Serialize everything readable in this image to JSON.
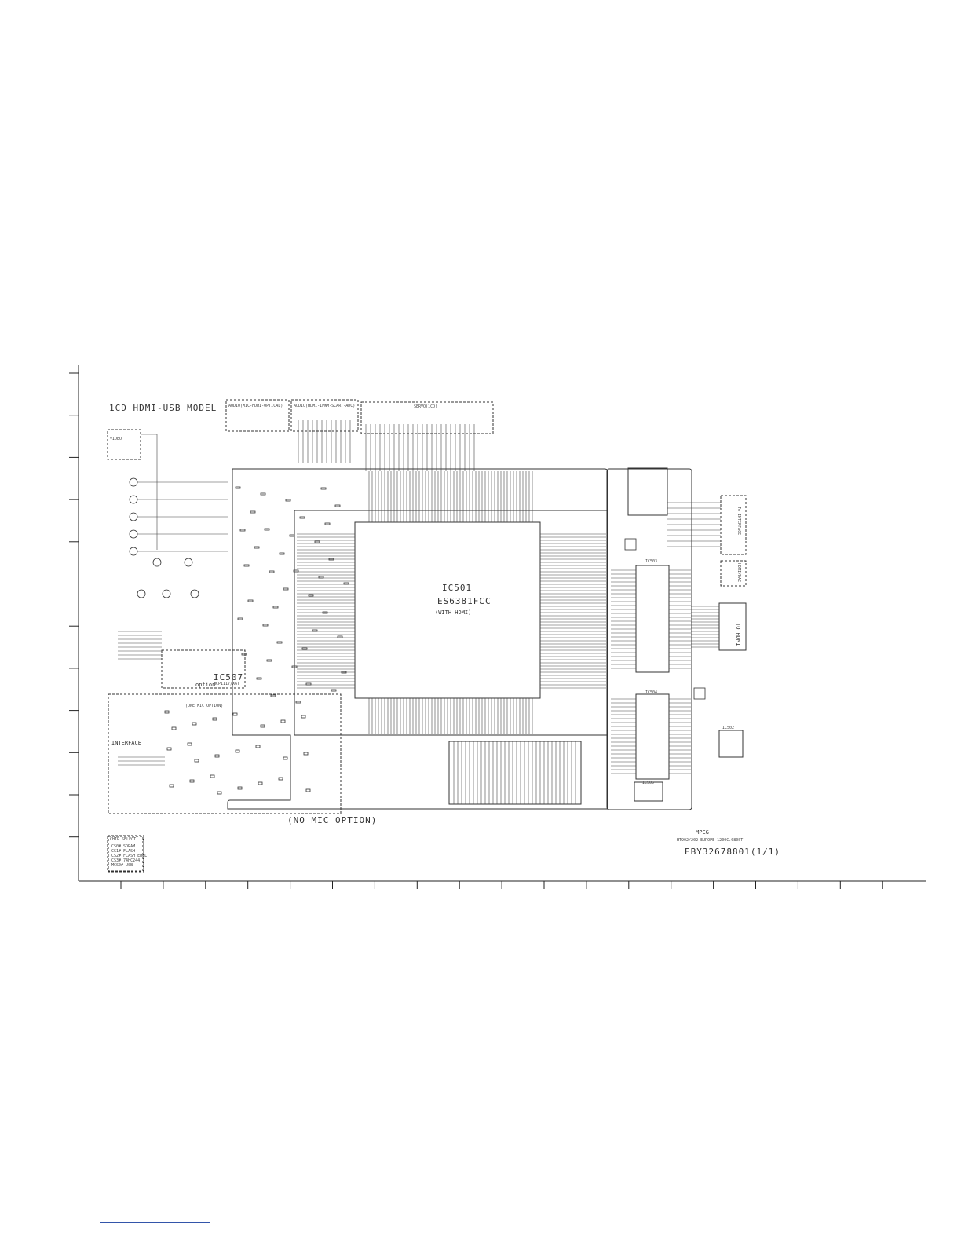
{
  "labels": {
    "model": "1CD HDMI-USB MODEL",
    "audio_mic": "AUDIO(MIC-HDMI-OPTICAL)",
    "audio_hdmi": "AUDIO(HDMI-IPWM-SCART-ADC)",
    "servo": "SERVO(1CD)",
    "video": "VIDEO",
    "ic501": "IC501",
    "ic501_part": "ES6381FCC",
    "ic501_note": "(WITH HDMI)",
    "ic507": "IC507",
    "ic507_part": "MCP1117/X6T",
    "ic507_note": "option",
    "interface": "INTERFACE",
    "mic_option": "(NO MIC OPTION)",
    "mic_table": "(ONE MIC OPTION)",
    "to_interface": "To INTERFACE",
    "hdmi_box": "HDMI/DAC",
    "to_hdmi": "TO HDMI",
    "ic503": "IC503",
    "ic504": "IC504",
    "ic505": "IC505",
    "ic502": "IC502",
    "chip_select": "CHIP SELECT",
    "chip_lines": [
      "CS0# SDRAM",
      "CS1# FLASH",
      "CS2# FLASH EMUL",
      "CS3# 74HC244",
      "MCS0# USB"
    ],
    "mpeg": "MPEG",
    "model_desc": "HT902/202 EUROPE 1200C.080ST",
    "doc_no": "EBY32678801(1/1)"
  }
}
